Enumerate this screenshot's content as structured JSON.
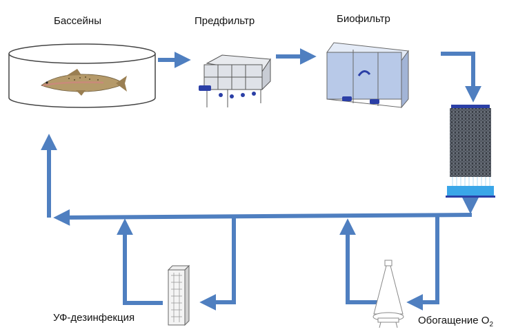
{
  "labels": {
    "pools": "Бассейны",
    "prefilter": "Предфильтр",
    "biofilter": "Биофильтр",
    "uv": "УФ-дезинфекция",
    "oxygenation": "Обогащение O",
    "oxygenation_sub": "2"
  },
  "colors": {
    "flow_arrow": "#4f7fc0",
    "fish": "#b59a6a",
    "filter_body": "#b8c9e8",
    "tower": "#3a3f48",
    "water": "#3aa6e8"
  },
  "icons": [
    "fish-tank-icon",
    "drum-prefilter-icon",
    "biofilter-icon",
    "trickling-filter-tower-icon",
    "uv-unit-icon",
    "oxygen-cone-icon"
  ]
}
